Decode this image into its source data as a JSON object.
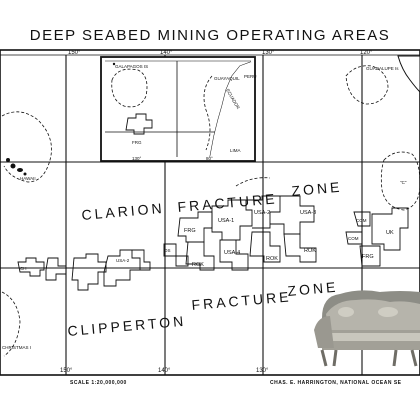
{
  "map": {
    "title": "DEEP SEABED MINING OPERATING AREAS",
    "longitude_labels": [
      "150°",
      "140°",
      "130°",
      "120°"
    ],
    "inset_latitude_labels": [
      "130°",
      "80°"
    ],
    "bottom_longitude_labels": [
      "150°",
      "140°",
      "130°"
    ],
    "zones": {
      "clarion_word1": "CLARION",
      "clarion_word2": "FRACTURE",
      "clarion_word3": "ZONE",
      "clipperton_word1": "CLIPPERTON",
      "clipperton_word2": "FRACTURE",
      "clipperton_word3": "ZONE"
    },
    "places": {
      "galapagos": "GALAPAGOS IS",
      "guayaquil": "GUAYAQUIL",
      "ecuador": "ECUADOR",
      "peru": "PERU",
      "lima": "LIMA",
      "guadalupe": "GUADALUPE Is",
      "hawaii": "HAWAII",
      "christmas": "CHRISTMAS I",
      "frg_inset": "FRG",
      "c_label": "\"C\""
    },
    "claim_labels": {
      "frg": "FRG",
      "usa1": "USA-1",
      "usa2": "USA-2",
      "usa3": "USA-3",
      "usa4": "USA-4",
      "uk": "UK",
      "rok": "ROK",
      "com": "COM",
      "ch": "CH",
      "os": "OS"
    },
    "footer": {
      "scale": "SCALE 1:20,000,000",
      "credit": "CHAS. E. HARRINGTON, NATIONAL OCEAN SE"
    },
    "photo_overlay": "sofa-photo"
  }
}
